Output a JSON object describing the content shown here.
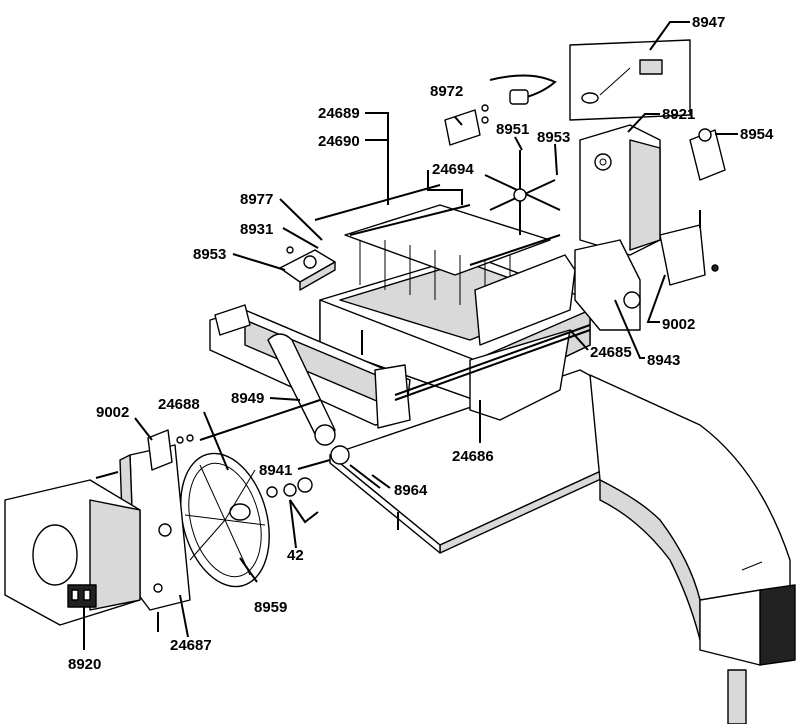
{
  "diagram": {
    "labels": {
      "l8947": "8947",
      "l8972": "8972",
      "l8921": "8921",
      "l8954": "8954",
      "l24689": "24689",
      "l24690": "24690",
      "l8951": "8951",
      "l8953a": "8953",
      "l24694": "24694",
      "l8977": "8977",
      "l8931": "8931",
      "l8953b": "8953",
      "l9002a": "9002",
      "l8943": "8943",
      "l24685": "24685",
      "l8949": "8949",
      "l24688": "24688",
      "l9002b": "9002",
      "l24686": "24686",
      "l8941": "8941",
      "l8964": "8964",
      "l42": "42",
      "l8959": "8959",
      "l8920": "8920",
      "l24687": "24687"
    }
  }
}
